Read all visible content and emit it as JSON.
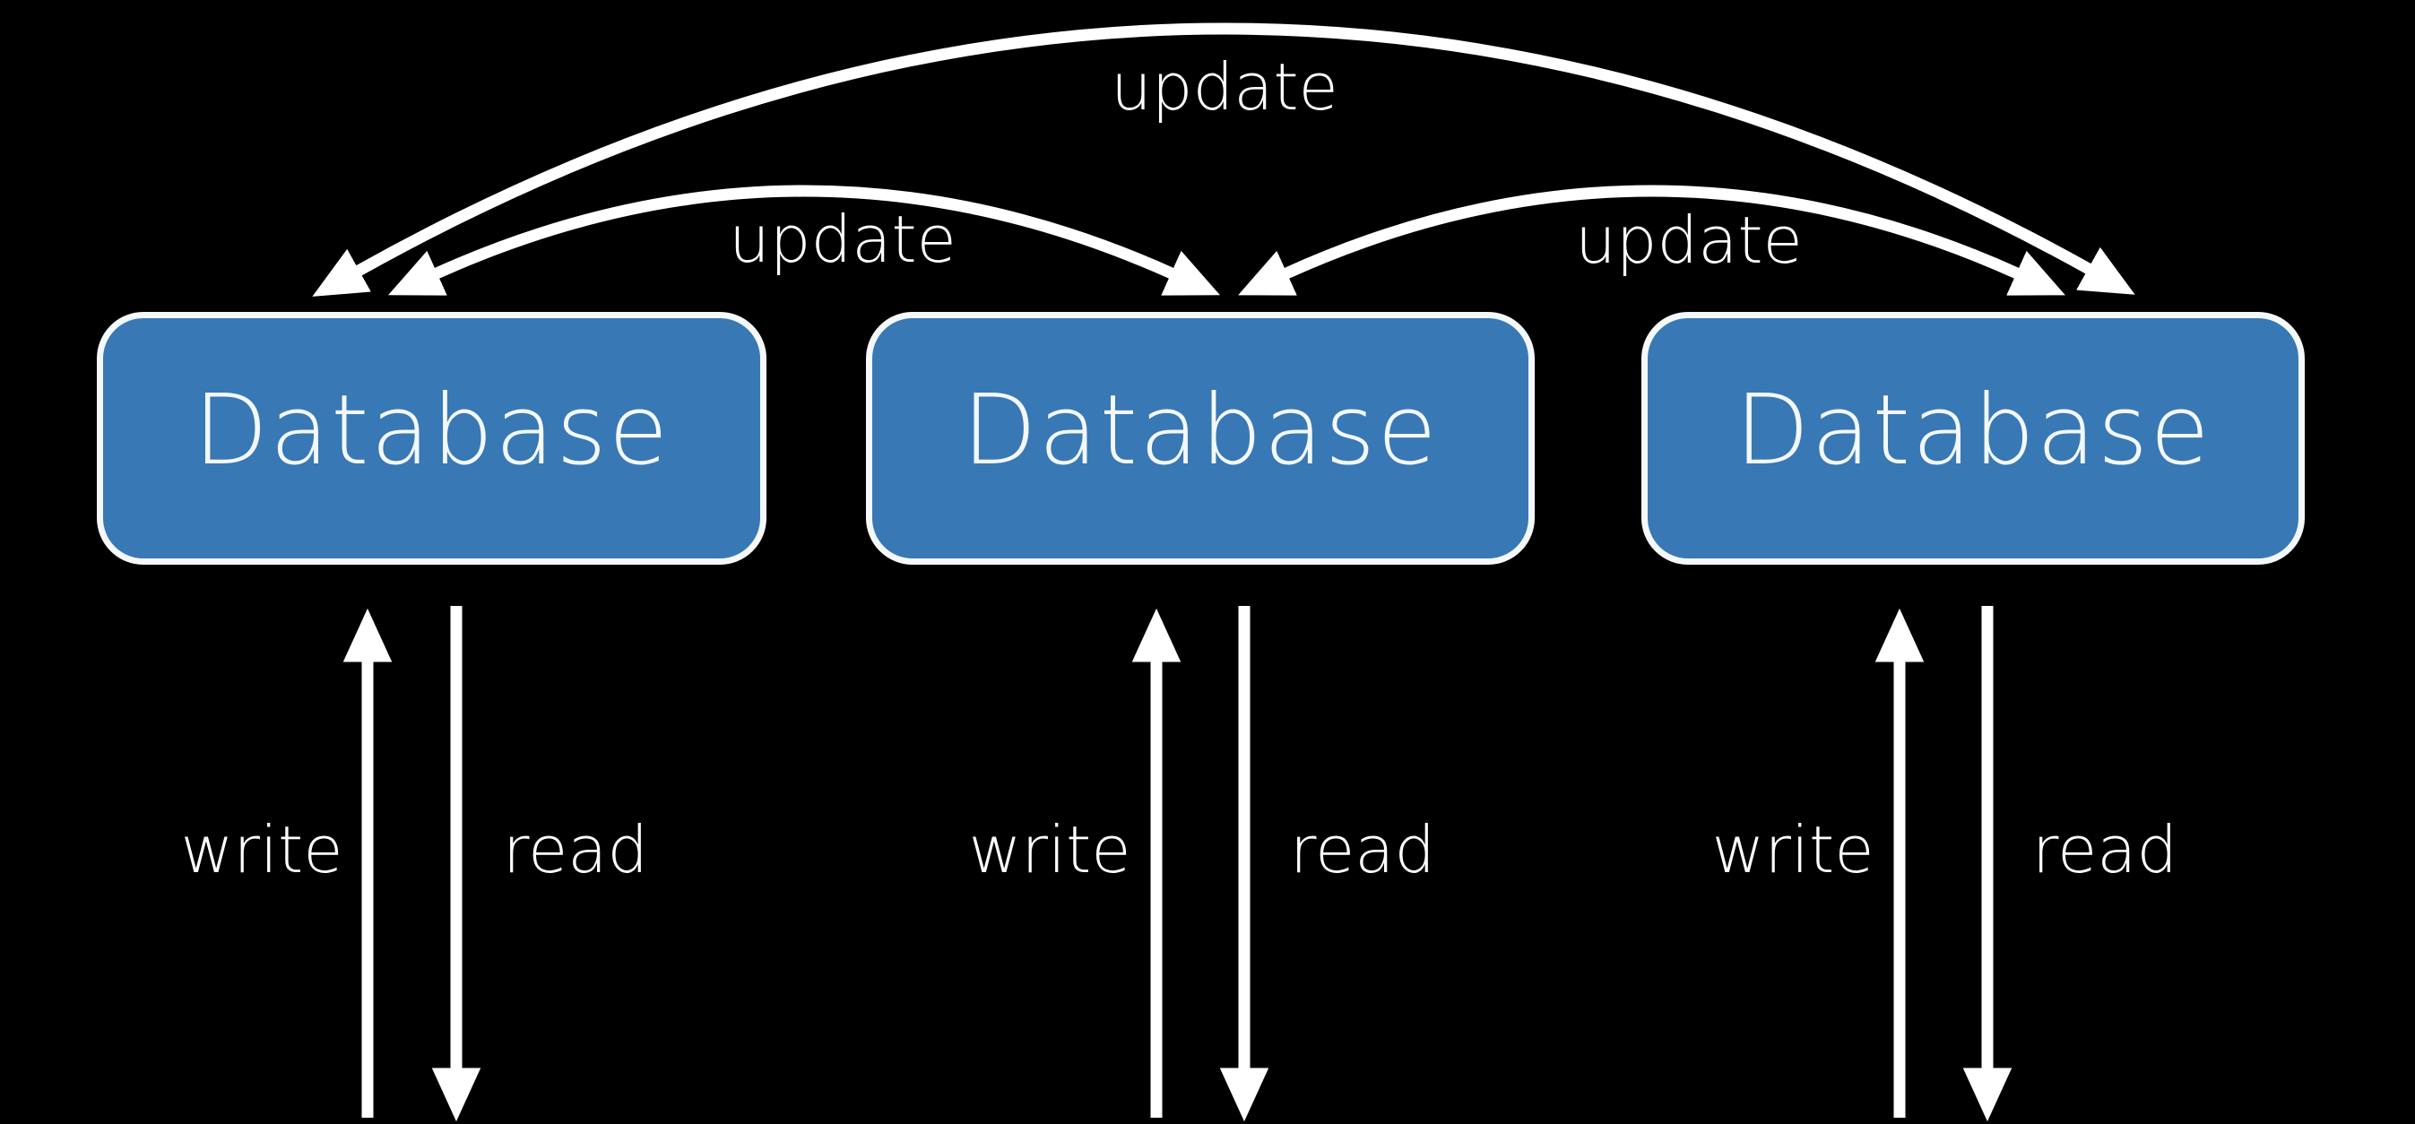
{
  "diagram": {
    "background_color": "#000000",
    "nodes": [
      {
        "id": "database-1",
        "label": "Database"
      },
      {
        "id": "database-2",
        "label": "Database"
      },
      {
        "id": "database-3",
        "label": "Database"
      }
    ],
    "replication_arcs": [
      {
        "label": "update",
        "between": [
          "database-1",
          "database-2"
        ],
        "bidirectional": true,
        "position": "left"
      },
      {
        "label": "update",
        "between": [
          "database-2",
          "database-3"
        ],
        "bidirectional": true,
        "position": "right"
      },
      {
        "label": "update",
        "between": [
          "database-1",
          "database-3"
        ],
        "bidirectional": true,
        "position": "top"
      }
    ],
    "client_arrows": [
      {
        "node": "database-1",
        "up": "write",
        "down": "read"
      },
      {
        "node": "database-2",
        "up": "write",
        "down": "read"
      },
      {
        "node": "database-3",
        "up": "write",
        "down": "read"
      }
    ],
    "colors": {
      "node_fill": "#3878b5",
      "node_border": "#f5f8fb",
      "node_text": "#f4f8fb",
      "line": "#ffffff",
      "label_text": "#ffffff"
    }
  }
}
